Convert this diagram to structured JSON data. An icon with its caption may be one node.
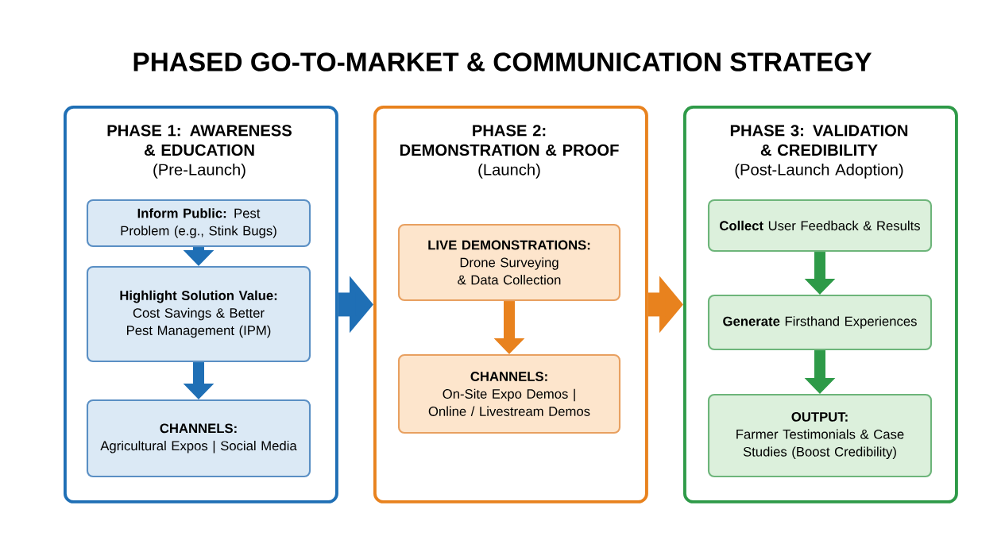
{
  "diagram": {
    "title": "PHASED GO-TO-MARKET & COMMUNICATION STRATEGY",
    "nodes": [
      {
        "text": [
          "PHASE 1: AWARENESS & EDUCATION",
          "(Pre-Launch)"
        ]
      },
      {
        "text": [
          "**Inform Public:** Pest Problem (e.g., Stink Bugs)"
        ],
        "in": 0
      },
      {
        "text": [
          "Highlight Solution Value:",
          "Cost Savings & Better Pest Management (IPM)"
        ],
        "in": 0
      },
      {
        "text": [
          "CHANNELS:",
          "Agricultural Expos | Social Media"
        ],
        "in": 0
      },
      {
        "text": [
          "PHASE 2: DEMONSTRATION & PROOF",
          "(Launch)"
        ]
      },
      {
        "text": [
          "LIVE DEMONSTRATIONS:",
          "Drone Surveying & Data Collection"
        ],
        "in": 4
      },
      {
        "text": [
          "CHANNELS:",
          "On-Site Expo Demos | Online / Livestream Demos"
        ],
        "in": 4
      },
      {
        "text": [
          "PHASE 3: VALIDATION & CREDIBILITY",
          "(Post-Launch Adoption)"
        ]
      },
      {
        "text": [
          "**Collect** User Feedback & Results"
        ],
        "in": 7
      },
      {
        "text": [
          "**Generate** Firsthand Experiences"
        ],
        "in": 7
      },
      {
        "text": [
          "OUTPUT:",
          "Farmer Testimonials & Case Studies (Boost Credibility)"
        ],
        "in": 7
      }
    ],
    "edges": [
      {
        "from": 1,
        "to": 2,
        "arrow": "to",
        "color": "#1f6fb5"
      },
      {
        "from": 2,
        "to": 3,
        "arrow": "to",
        "color": "#1f6fb5"
      },
      {
        "from": 0,
        "to": 4,
        "arrow": "to",
        "style": "thick",
        "color": "#1f6fb5"
      },
      {
        "from": 5,
        "to": 6,
        "arrow": "to",
        "color": "#e8821e"
      },
      {
        "from": 4,
        "to": 7,
        "arrow": "to",
        "style": "thick",
        "color": "#e8821e"
      },
      {
        "from": 8,
        "to": 9,
        "arrow": "to",
        "color": "#2e9a48"
      },
      {
        "from": 9,
        "to": 10,
        "arrow": "to",
        "color": "#2e9a48"
      }
    ]
  }
}
